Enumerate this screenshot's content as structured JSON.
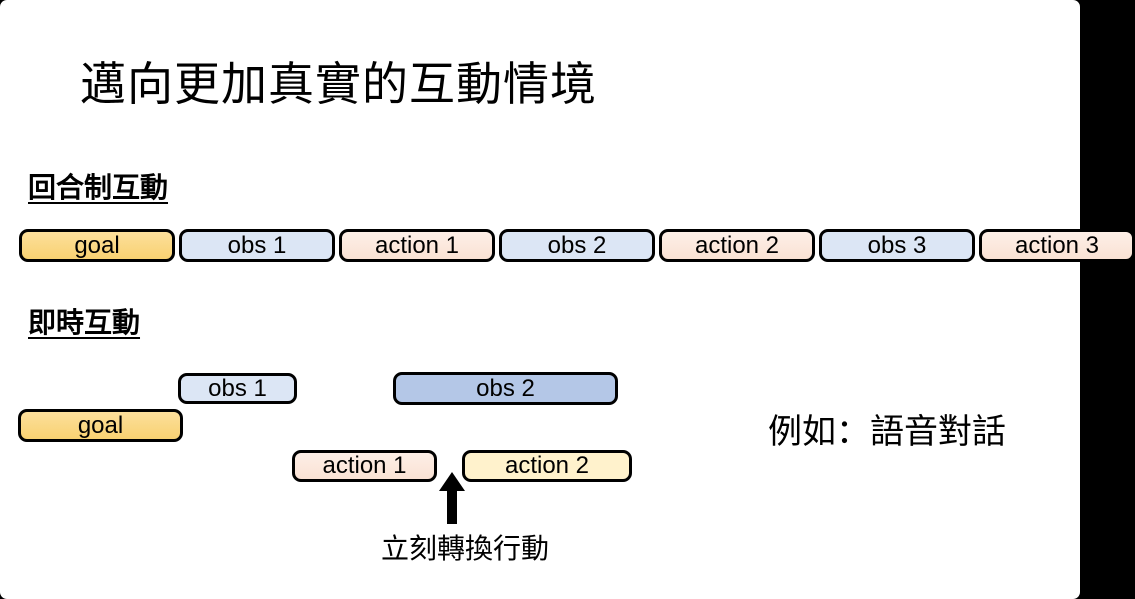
{
  "slide": {
    "title": "邁向更加真實的互動情境"
  },
  "turn_based_section": {
    "heading": "回合制互動",
    "timeline": [
      {
        "label": "goal",
        "type": "goal"
      },
      {
        "label": "obs 1",
        "type": "obs"
      },
      {
        "label": "action 1",
        "type": "action"
      },
      {
        "label": "obs 2",
        "type": "obs"
      },
      {
        "label": "action 2",
        "type": "action"
      },
      {
        "label": "obs 3",
        "type": "obs"
      },
      {
        "label": "action 3",
        "type": "action"
      }
    ]
  },
  "realtime_section": {
    "heading": "即時互動",
    "goal_label": "goal",
    "obs1_label": "obs 1",
    "obs2_label": "obs 2",
    "action1_label": "action 1",
    "action2_label": "action 2",
    "arrow_caption": "立刻轉換行動",
    "example_note": "例如：語音對話"
  },
  "colors": {
    "goal_fill": "#FBD77E",
    "obs_fill_light": "#DCE6F5",
    "action_fill_light": "#FBE5D9",
    "obs_fill_highlight": "#B4C7E7",
    "action_fill_yellow": "#FFF2CC",
    "outline": "#000000"
  }
}
